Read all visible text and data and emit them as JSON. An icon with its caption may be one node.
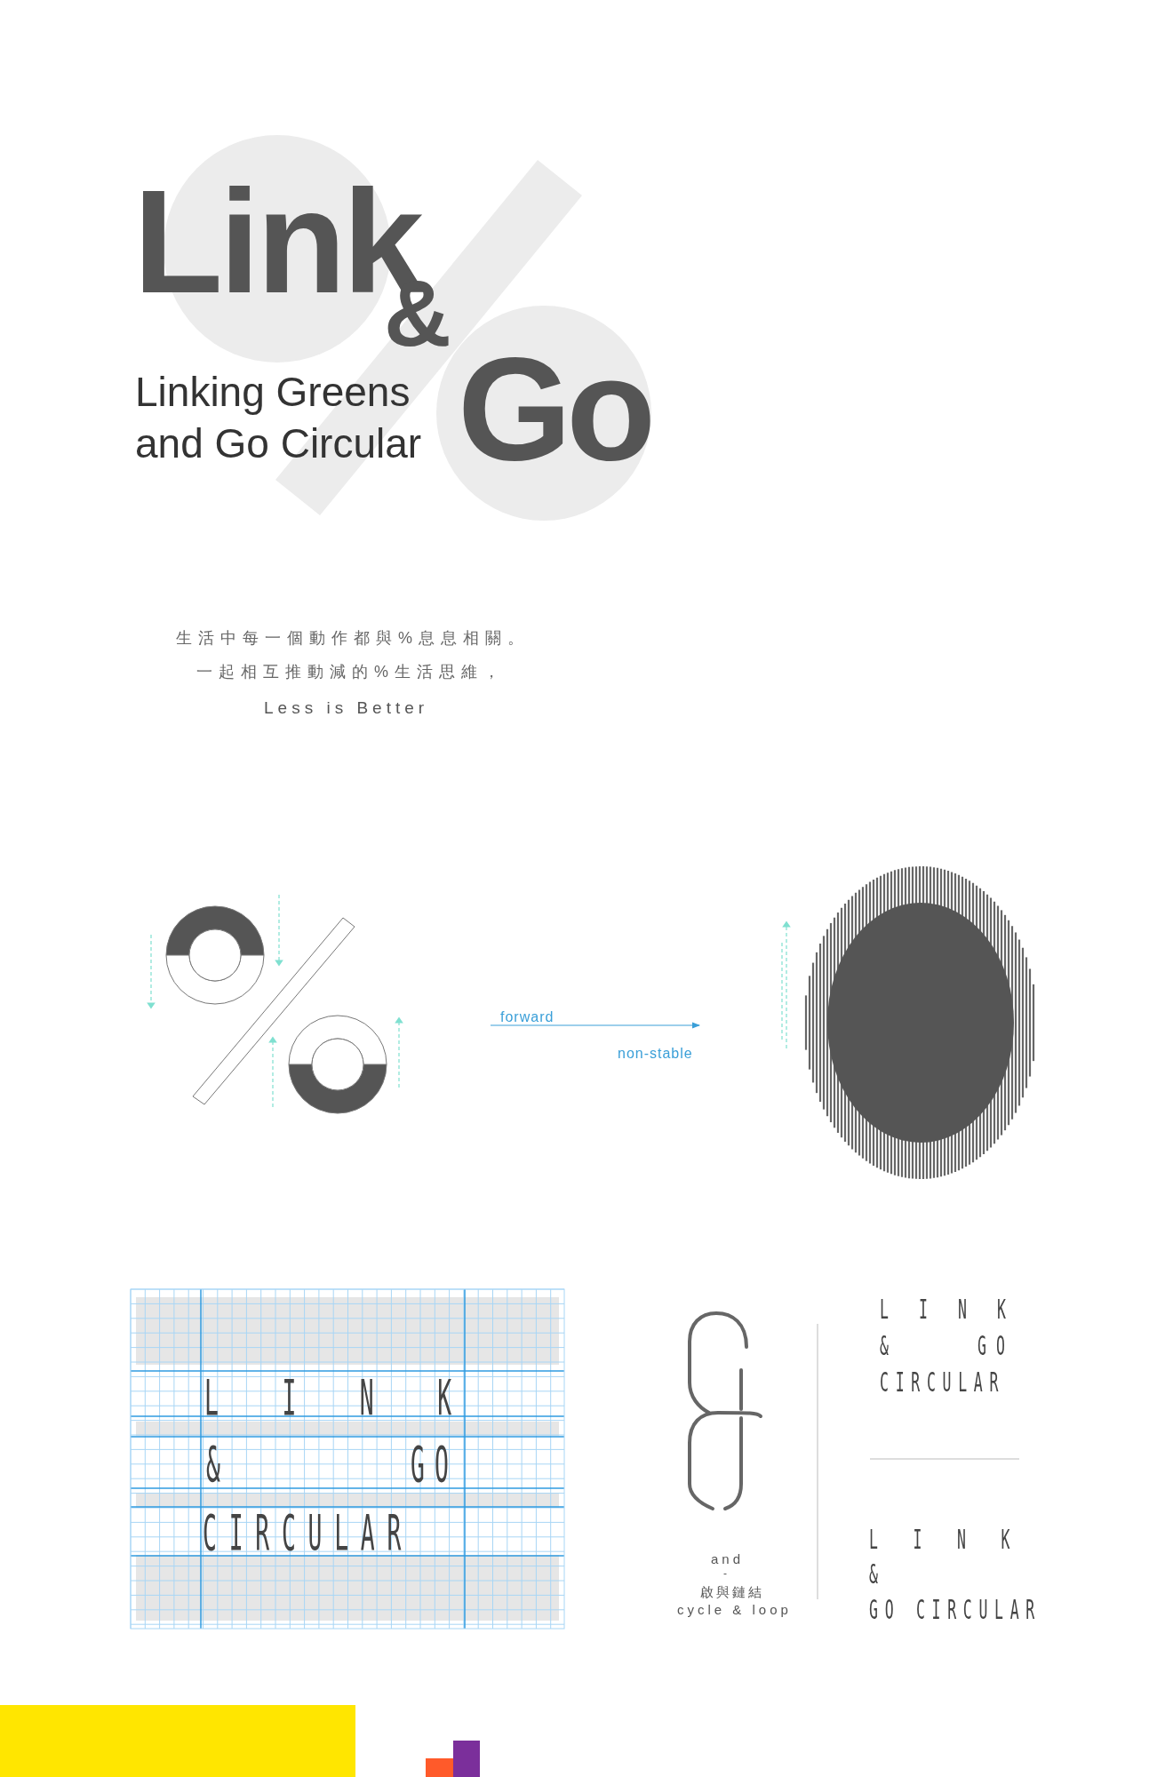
{
  "diagram": {
    "labels": [
      "Link",
      "&",
      "Go",
      "Linking Greens and Go Circular",
      "生活中每一個動作都與%息息相關。",
      "一起相互推動減的%生活思維，",
      "Less is Better",
      "forward",
      "non-stable",
      "LINK",
      "&",
      "GO",
      "CIRCULAR",
      "LINK",
      "&",
      "GO",
      "CIRCULAR",
      "and",
      "-",
      "啟與鏈結",
      "cycle & loop",
      "LINK",
      "&",
      "GO CIRCULAR"
    ]
  }
}
